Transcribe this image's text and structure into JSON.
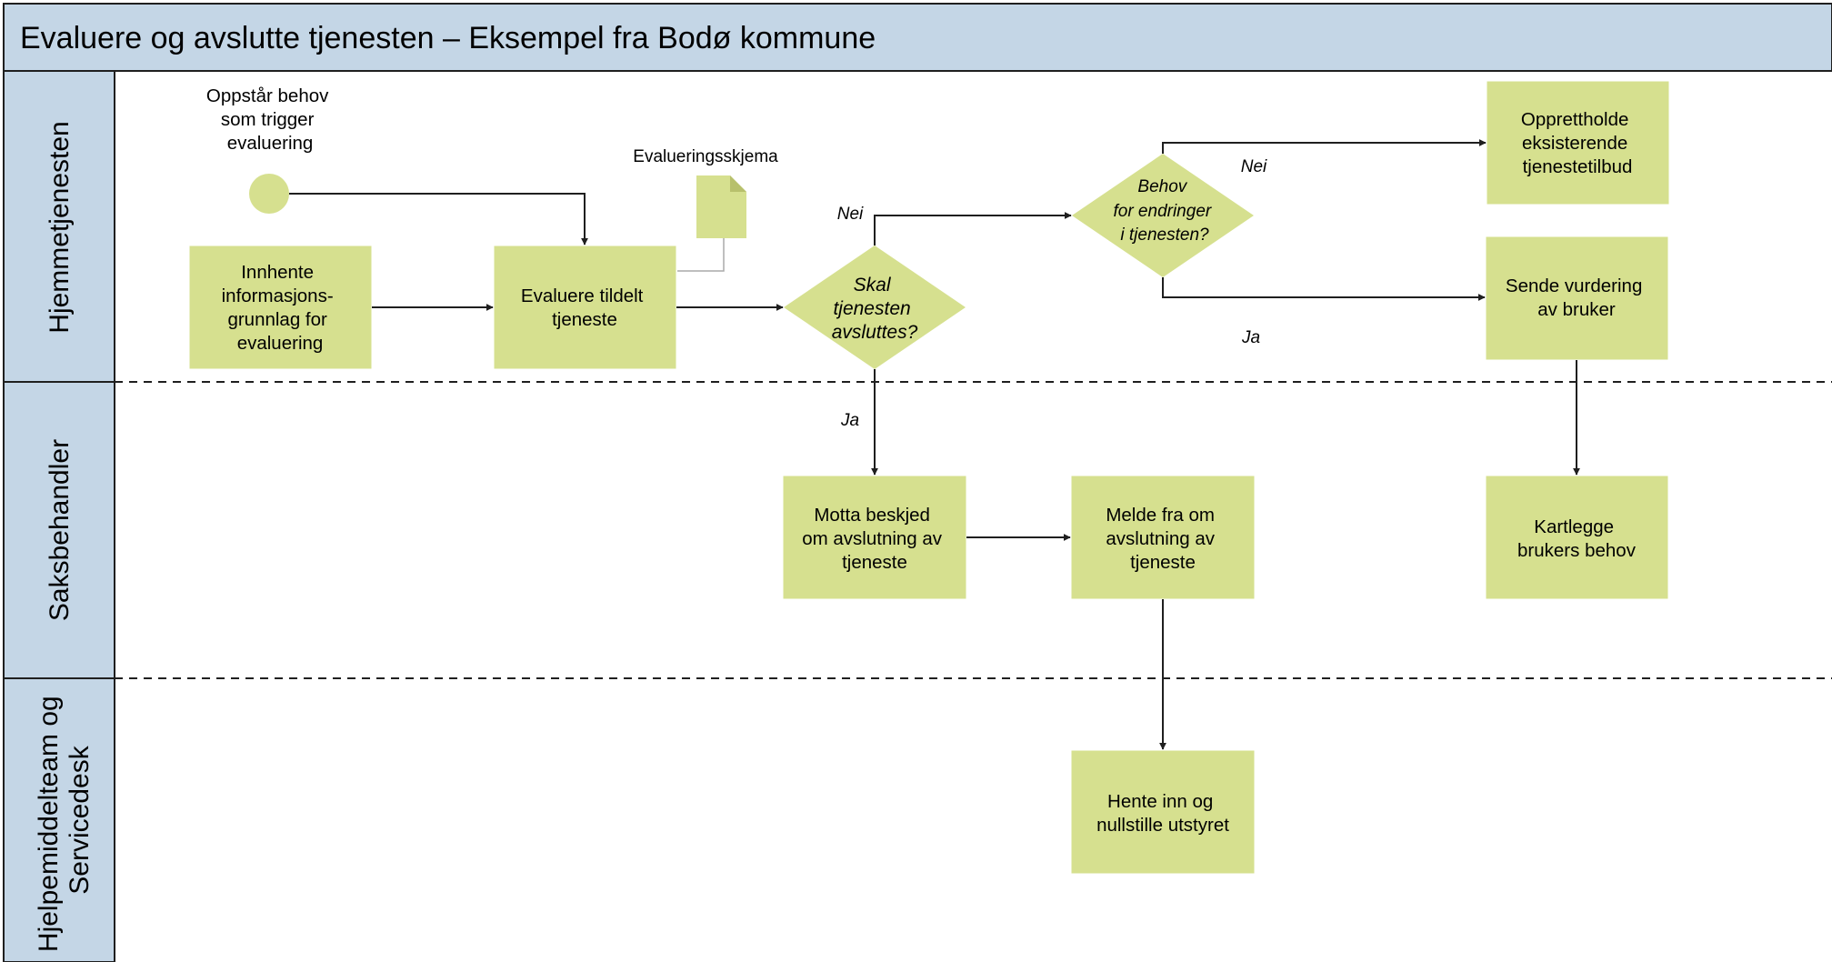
{
  "title": "Evaluere og avslutte tjenesten – Eksempel fra Bodø kommune",
  "lanes": {
    "lane1": [
      "Hjemmetjenesten"
    ],
    "lane2": [
      "Saksbehandler"
    ],
    "lane3": [
      "Hjelpemiddelteam og",
      "Servicedesk"
    ]
  },
  "start_event": [
    "Oppstår behov",
    "som trigger",
    "evaluering"
  ],
  "document": "Evalueringsskjema",
  "boxes": {
    "innhente": [
      "Innhente",
      "informasjons-",
      "grunnlag for",
      "evaluering"
    ],
    "evaluere": [
      "Evaluere tildelt",
      "tjeneste"
    ],
    "opprettholde": [
      "Opprettholde",
      "eksisterende",
      "tjenestetilbud"
    ],
    "sende": [
      "Sende vurdering",
      "av bruker"
    ],
    "motta": [
      "Motta beskjed",
      "om avslutning av",
      "tjeneste"
    ],
    "melde": [
      "Melde fra om",
      "avslutning av",
      "tjeneste"
    ],
    "kartlegge": [
      "Kartlegge",
      "brukers behov"
    ],
    "hente": [
      "Hente inn og",
      "nullstille utstyret"
    ]
  },
  "decisions": {
    "skal": [
      "Skal",
      "tjenesten",
      "avsluttes?"
    ],
    "behov": [
      "Behov",
      "for endringer",
      "i tjenesten?"
    ]
  },
  "edge_labels": {
    "nei_skal": "Nei",
    "ja_skal": "Ja",
    "nei_behov": "Nei",
    "ja_behov": "Ja"
  },
  "colors": {
    "header_fill": "#c4d6e6",
    "box_fill": "#d6e08f",
    "start_fill": "#d6e08f"
  }
}
